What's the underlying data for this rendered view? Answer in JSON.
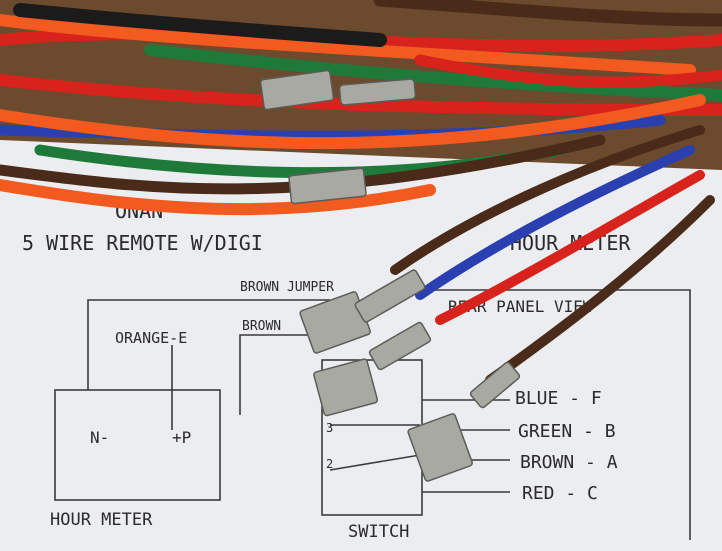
{
  "diagram": {
    "title_line1": "ONAN",
    "title_line2": "5 WIRE REMOTE W/DIGI",
    "title_line2_tail": "HOUR METER",
    "brown_jumper_label": "BROWN JUMPER",
    "rear_panel_view": "REAR PANEL VIEW",
    "brown_label": "BROWN",
    "orange_label": "ORANGE-E",
    "hour_meter_label": "HOUR METER",
    "hour_meter_neg": "N-",
    "hour_meter_pos": "+P",
    "switch_label": "SWITCH",
    "switch_terminal_3": "3",
    "switch_terminal_2": "2",
    "legend": [
      "BLUE - F",
      "GREEN - B",
      "BROWN - A",
      "RED - C"
    ]
  },
  "colors": {
    "paper": "#ecedf1",
    "table_wood": "#6b4a2e",
    "wire_red": "#d8221c",
    "wire_orange": "#f25a1f",
    "wire_green": "#1f7a3a",
    "wire_blue": "#2a3fb0",
    "wire_brown": "#4a2a18",
    "wire_black": "#1b1b1b",
    "terminal_metal": "#a9a9a4"
  }
}
